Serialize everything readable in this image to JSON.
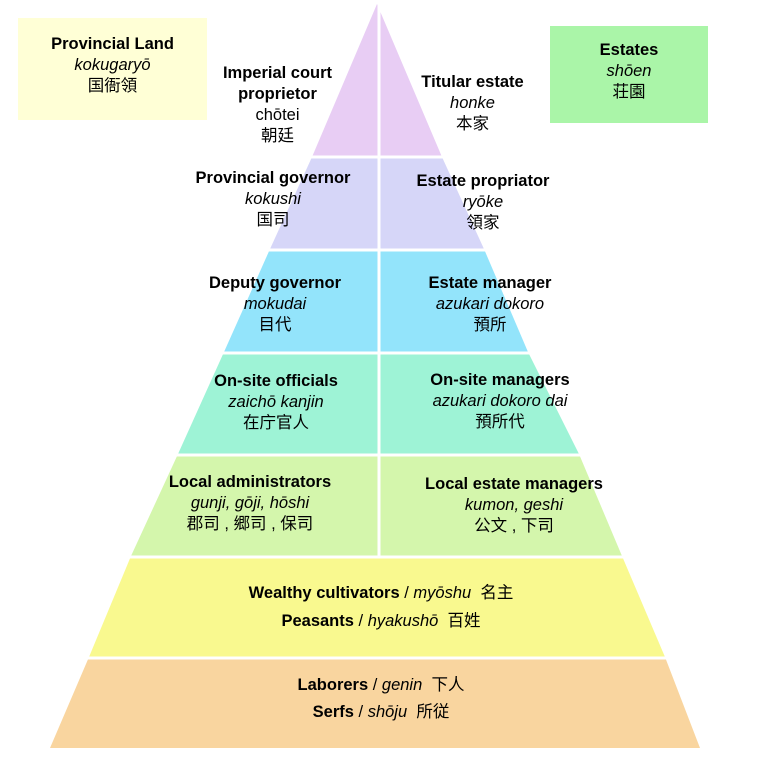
{
  "boxes": {
    "provincial_land": {
      "title": "Provincial Land",
      "romaji": "kokugaryō",
      "kanji": "国衙領",
      "color": "#ffffd6"
    },
    "estates": {
      "title": "Estates",
      "romaji": "shōen",
      "kanji": "荘園",
      "color": "#aaf5a8"
    }
  },
  "pyramid": {
    "colors": {
      "tier1": "#e8cdf4",
      "tier2": "#d6d6f8",
      "tier3": "#93e4fb",
      "tier4": "#9ef3d6",
      "tier5": "#d4f6ac",
      "tier6": "#f9f98f",
      "tier7": "#f9d59f"
    },
    "left": [
      {
        "title": "Imperial court proprietor",
        "title_line1": "Imperial court",
        "title_line2": "proprietor",
        "romaji": "chōtei",
        "kanji": "朝廷"
      },
      {
        "title": "Provincial governor",
        "romaji": "kokushi",
        "kanji": "国司"
      },
      {
        "title": "Deputy governor",
        "romaji": "mokudai",
        "kanji": "目代"
      },
      {
        "title": "On-site officials",
        "romaji": "zaichō kanjin",
        "kanji": "在庁官人"
      },
      {
        "title": "Local administrators",
        "romaji": "gunji, gōji, hōshi",
        "kanji": "郡司 , 郷司 , 保司"
      }
    ],
    "right": [
      {
        "title": "Titular estate",
        "romaji": "honke",
        "kanji": "本家"
      },
      {
        "title": "Estate propriator",
        "romaji": "ryōke",
        "kanji": "領家"
      },
      {
        "title": "Estate manager",
        "romaji": "azukari dokoro",
        "kanji": "預所"
      },
      {
        "title": "On-site managers",
        "romaji": "azukari dokoro dai",
        "kanji": "預所代"
      },
      {
        "title": "Local estate managers",
        "romaji": "kumon, geshi",
        "kanji": "公文 ,  下司"
      }
    ],
    "bottom": [
      {
        "title": "Wealthy cultivators",
        "sep": " / ",
        "romaji": "myōshu",
        "kanji": "名主"
      },
      {
        "title": "Peasants",
        "sep": " / ",
        "romaji": "hyakushō",
        "kanji": "百姓"
      },
      {
        "title": "Laborers",
        "sep": " / ",
        "romaji": "genin",
        "kanji": "下人"
      },
      {
        "title": "Serfs",
        "sep": " / ",
        "romaji": "shōju",
        "kanji": "所従"
      }
    ]
  }
}
